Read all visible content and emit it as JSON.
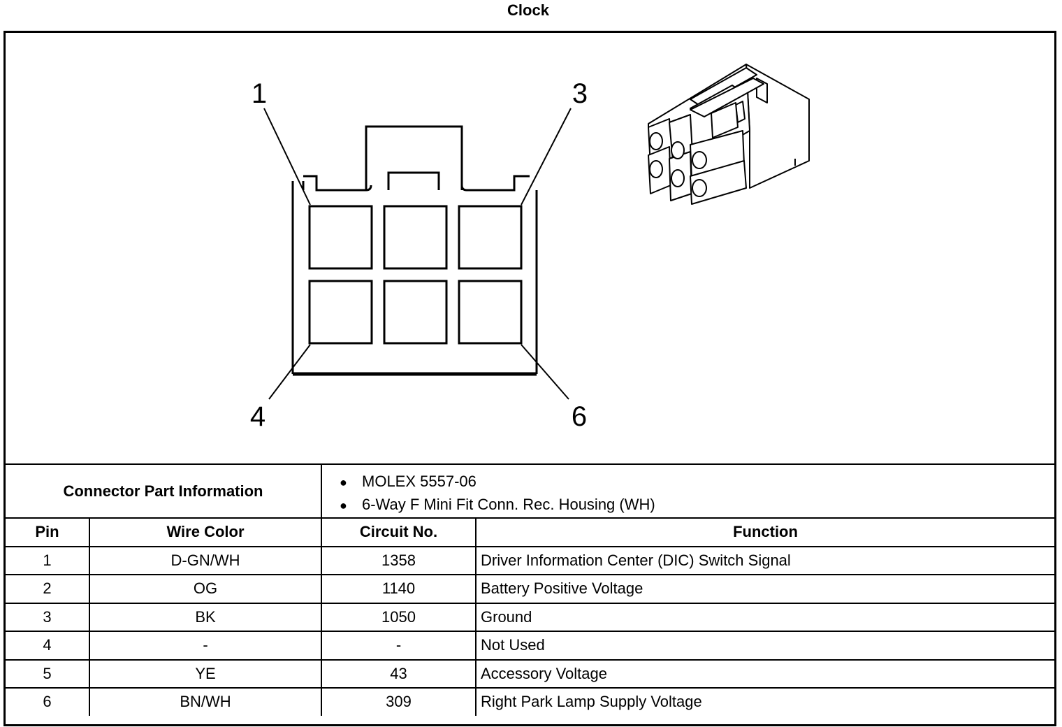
{
  "title": "Clock",
  "diagram": {
    "pin_callouts": [
      "1",
      "3",
      "4",
      "6"
    ]
  },
  "connector_info": {
    "label": "Connector Part Information",
    "items": [
      "MOLEX 5557-06",
      "6-Way F Mini Fit Conn. Rec. Housing (WH)"
    ]
  },
  "table": {
    "headers": [
      "Pin",
      "Wire Color",
      "Circuit No.",
      "Function"
    ],
    "rows": [
      [
        "1",
        "D-GN/WH",
        "1358",
        "Driver Information Center (DIC) Switch Signal"
      ],
      [
        "2",
        "OG",
        "1140",
        "Battery Positive Voltage"
      ],
      [
        "3",
        "BK",
        "1050",
        "Ground"
      ],
      [
        "4",
        "-",
        "-",
        "Not Used"
      ],
      [
        "5",
        "YE",
        "43",
        "Accessory Voltage"
      ],
      [
        "6",
        "BN/WH",
        "309",
        "Right Park Lamp Supply Voltage"
      ]
    ]
  }
}
